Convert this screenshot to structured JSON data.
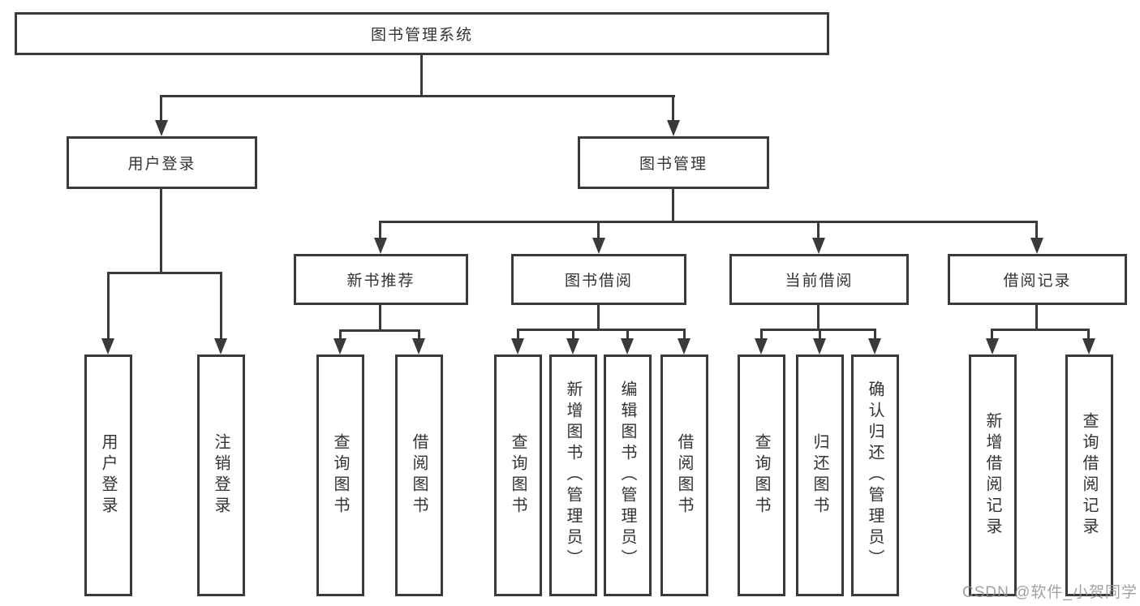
{
  "tree": {
    "label": "图书管理系统",
    "children": [
      {
        "label": "用户登录",
        "children": [
          {
            "label": "用户登录"
          },
          {
            "label": "注销登录"
          }
        ]
      },
      {
        "label": "图书管理",
        "children": [
          {
            "label": "新书推荐",
            "children": [
              {
                "label": "查询图书"
              },
              {
                "label": "借阅图书"
              }
            ]
          },
          {
            "label": "图书借阅",
            "children": [
              {
                "label": "查询图书"
              },
              {
                "label": "新增图书（管理员）"
              },
              {
                "label": "编辑图书（管理员）"
              },
              {
                "label": "借阅图书"
              }
            ]
          },
          {
            "label": "当前借阅",
            "children": [
              {
                "label": "查询图书"
              },
              {
                "label": "归还图书"
              },
              {
                "label": "确认归还（管理员）"
              }
            ]
          },
          {
            "label": "借阅记录",
            "children": [
              {
                "label": "新增借阅记录"
              },
              {
                "label": "查询借阅记录"
              }
            ]
          }
        ]
      }
    ]
  },
  "watermark": "CSDN @软件_小贺同学",
  "colors": {
    "line": "#3a3a3a",
    "text": "#333333",
    "background": "#ffffff",
    "watermark": "#919191"
  }
}
